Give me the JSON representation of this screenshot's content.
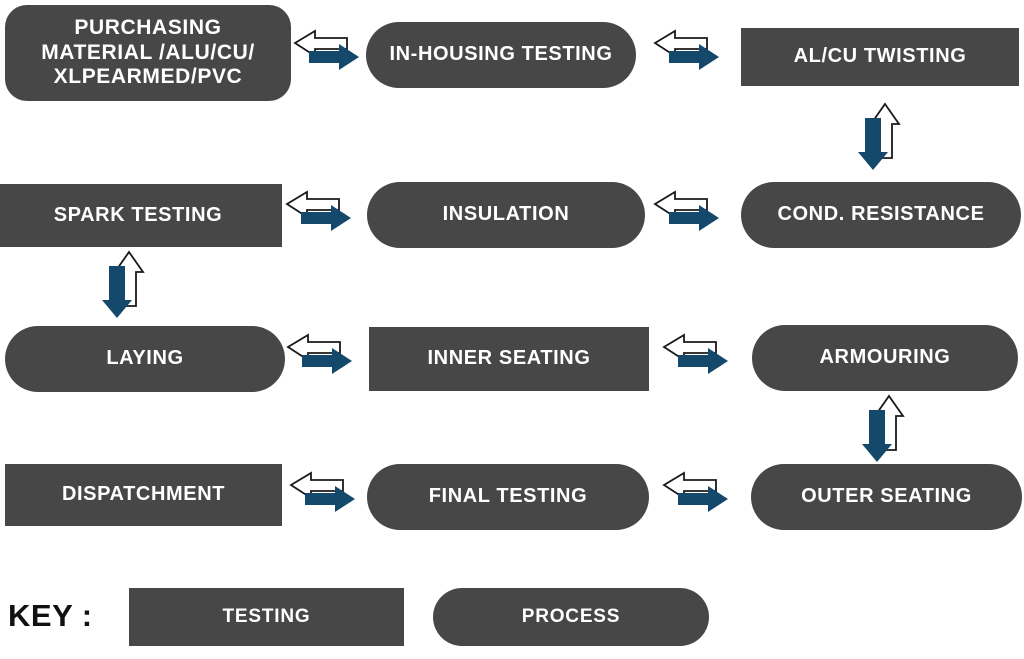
{
  "diagram": {
    "title_text_present": false,
    "shape_colors": {
      "node_fill": "#474747",
      "node_text": "#FFFFFF",
      "arrow_blue": "#14496B",
      "arrow_outline": "#1A1A1A",
      "arrow_white": "#FFFFFF",
      "background": "#FFFFFF"
    }
  },
  "nodes": [
    {
      "id": "purchasing-material",
      "label": "PURCHASING MATERIAL /ALU/CU/ XLPEARMED/PVC",
      "lines": [
        "PURCHASING",
        "MATERIAL /ALU/CU/",
        "XLPEARMED/PVC"
      ],
      "shape": "round",
      "type": "process",
      "row": 1,
      "col": 1
    },
    {
      "id": "in-housing-testing",
      "label": "IN-HOUSING TESTING",
      "lines": [
        "IN-HOUSING TESTING"
      ],
      "shape": "pill",
      "type": "process",
      "row": 1,
      "col": 2
    },
    {
      "id": "al-cu-twisting",
      "label": "AL/CU TWISTING",
      "lines": [
        "AL/CU TWISTING"
      ],
      "shape": "rect",
      "type": "testing",
      "row": 1,
      "col": 3
    },
    {
      "id": "spark-testing",
      "label": "SPARK TESTING",
      "lines": [
        "SPARK TESTING"
      ],
      "shape": "rect",
      "type": "testing",
      "row": 2,
      "col": 1
    },
    {
      "id": "insulation",
      "label": "INSULATION",
      "lines": [
        "INSULATION"
      ],
      "shape": "pill",
      "type": "process",
      "row": 2,
      "col": 2
    },
    {
      "id": "cond-resistance",
      "label": "COND. RESISTANCE",
      "lines": [
        "COND. RESISTANCE"
      ],
      "shape": "pill",
      "type": "process",
      "row": 2,
      "col": 3
    },
    {
      "id": "laying",
      "label": "LAYING",
      "lines": [
        "LAYING"
      ],
      "shape": "pill",
      "type": "process",
      "row": 3,
      "col": 1
    },
    {
      "id": "inner-seating",
      "label": "INNER SEATING",
      "lines": [
        "INNER SEATING"
      ],
      "shape": "rect",
      "type": "testing",
      "row": 3,
      "col": 2
    },
    {
      "id": "armouring",
      "label": "ARMOURING",
      "lines": [
        "ARMOURING"
      ],
      "shape": "pill",
      "type": "process",
      "row": 3,
      "col": 3
    },
    {
      "id": "dispatchment",
      "label": "DISPATCHMENT",
      "lines": [
        "DISPATCHMENT"
      ],
      "shape": "rect",
      "type": "testing",
      "row": 4,
      "col": 1
    },
    {
      "id": "final-testing",
      "label": "FINAL TESTING",
      "lines": [
        "FINAL TESTING"
      ],
      "shape": "pill",
      "type": "process",
      "row": 4,
      "col": 2
    },
    {
      "id": "outer-seating",
      "label": "OUTER SEATING",
      "lines": [
        "OUTER SEATING"
      ],
      "shape": "pill",
      "type": "process",
      "row": 4,
      "col": 4
    }
  ],
  "node_labels": {
    "purchasing_material_line1": "PURCHASING",
    "purchasing_material_line2": "MATERIAL /ALU/CU/",
    "purchasing_material_line3": "XLPEARMED/PVC",
    "in_housing_testing": "IN-HOUSING TESTING",
    "al_cu_twisting": "AL/CU TWISTING",
    "spark_testing": "SPARK TESTING",
    "insulation": "INSULATION",
    "cond_resistance": "COND. RESISTANCE",
    "laying": "LAYING",
    "inner_seating": "INNER SEATING",
    "armouring": "ARMOURING",
    "dispatchment": "DISPATCHMENT",
    "final_testing": "FINAL TESTING",
    "outer_seating": "OUTER SEATING"
  },
  "connectors": [
    {
      "id": "conn-r1-c1-c2",
      "orientation": "horizontal",
      "from": "purchasing-material",
      "to": "in-housing-testing"
    },
    {
      "id": "conn-r1-c2-c3",
      "orientation": "horizontal",
      "from": "in-housing-testing",
      "to": "al-cu-twisting"
    },
    {
      "id": "conn-c3-r1-r2",
      "orientation": "vertical",
      "from": "al-cu-twisting",
      "to": "cond-resistance"
    },
    {
      "id": "conn-r2-c1-c2",
      "orientation": "horizontal",
      "from": "spark-testing",
      "to": "insulation"
    },
    {
      "id": "conn-r2-c2-c3",
      "orientation": "horizontal",
      "from": "insulation",
      "to": "cond-resistance"
    },
    {
      "id": "conn-c1-r2-r3",
      "orientation": "vertical",
      "from": "spark-testing",
      "to": "laying"
    },
    {
      "id": "conn-r3-c1-c2",
      "orientation": "horizontal",
      "from": "laying",
      "to": "inner-seating"
    },
    {
      "id": "conn-r3-c2-c3",
      "orientation": "horizontal",
      "from": "inner-seating",
      "to": "armouring"
    },
    {
      "id": "conn-c3-r3-r4",
      "orientation": "vertical",
      "from": "armouring",
      "to": "outer-seating"
    },
    {
      "id": "conn-r4-c1-c2",
      "orientation": "horizontal",
      "from": "dispatchment",
      "to": "final-testing"
    },
    {
      "id": "conn-r4-c2-c3",
      "orientation": "horizontal",
      "from": "final-testing",
      "to": "outer-seating"
    }
  ],
  "legend": {
    "label": "KEY :",
    "items": [
      {
        "id": "legend-testing",
        "label": "TESTING",
        "shape": "rect"
      },
      {
        "id": "legend-process",
        "label": "PROCESS",
        "shape": "pill"
      }
    ]
  }
}
